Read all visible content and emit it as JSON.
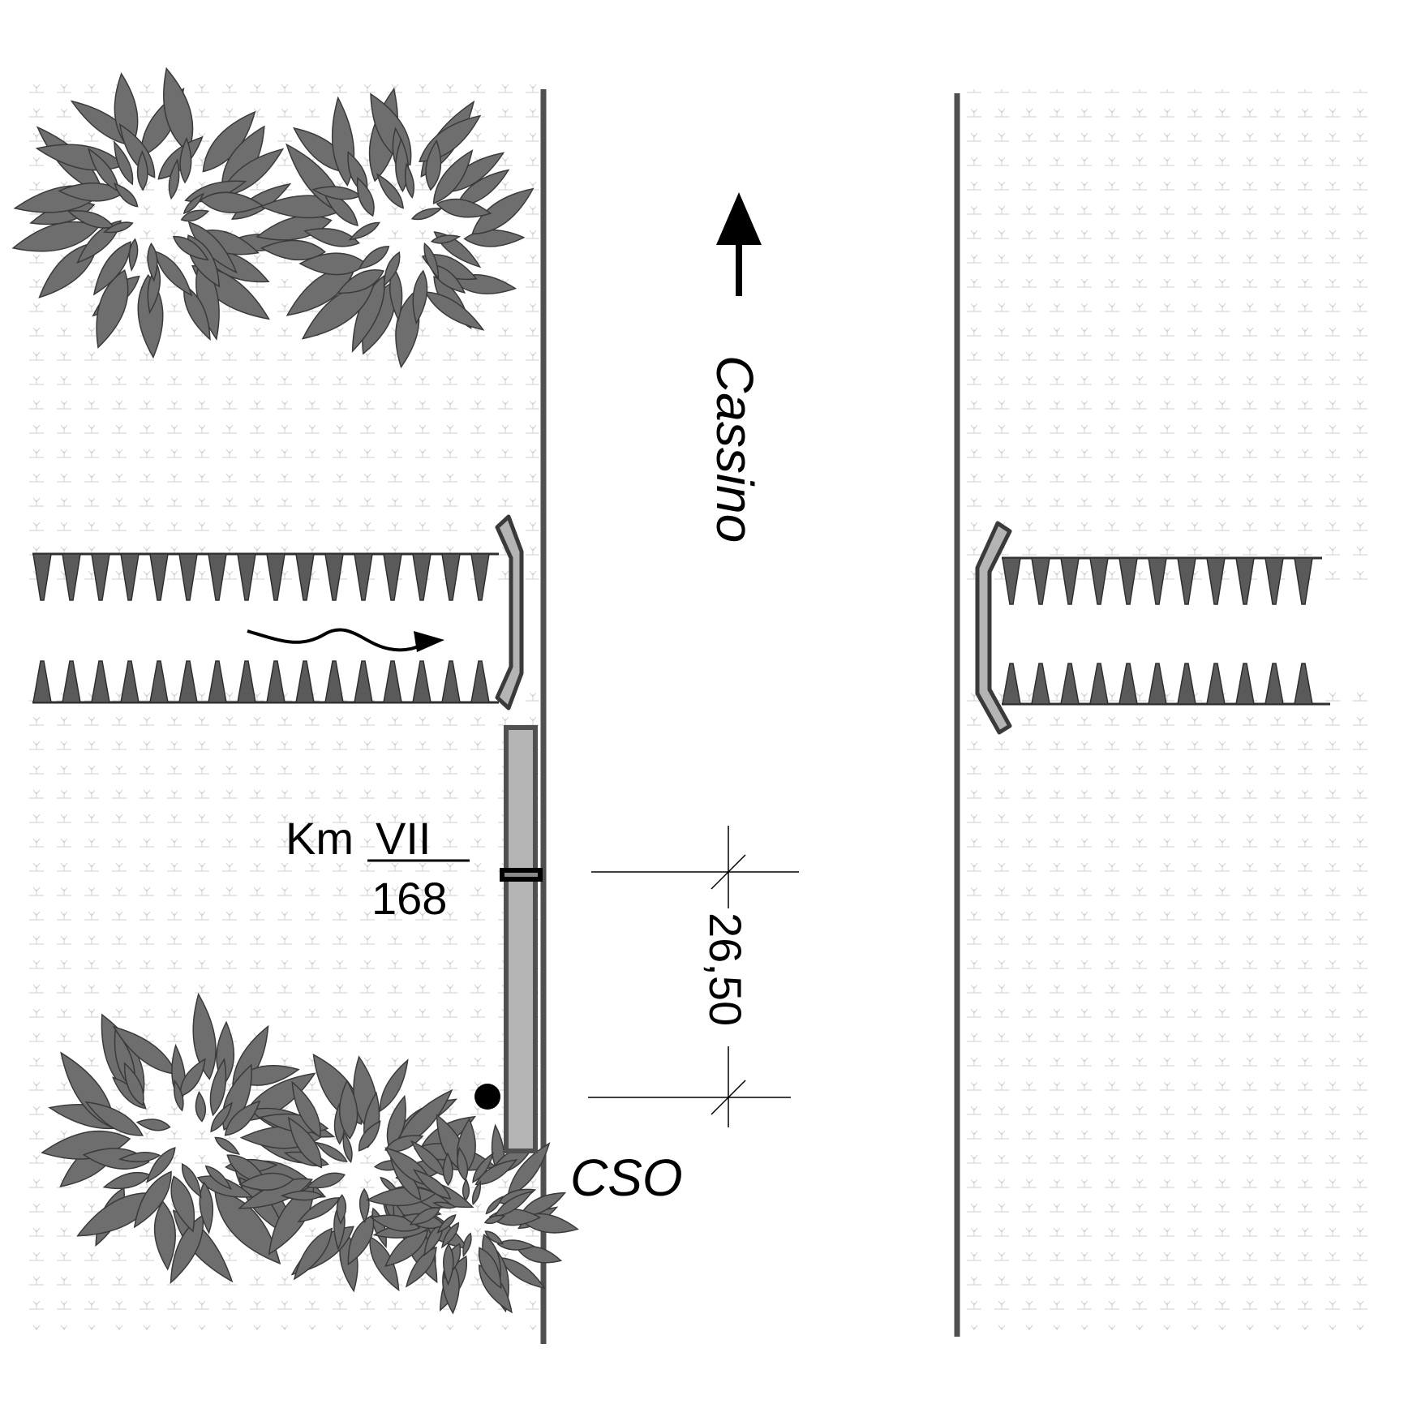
{
  "direction": {
    "destination": "Cassino",
    "arrow_icon": "arrow-up-icon"
  },
  "milestone": {
    "prefix": "Km",
    "numerator": "VII",
    "denominator": "168"
  },
  "dimension": {
    "value": "26,50"
  },
  "marker": {
    "code": "CSO"
  },
  "colors": {
    "foliage": "#6e6e6e",
    "foliage_stroke": "#3a3a3a",
    "guardrail": "#b4b4b4",
    "edge_line": "#505050",
    "grass_texture": "#cfcfcf"
  },
  "legend_icons": [
    "tree-icon",
    "hedge-icon",
    "guardrail-icon",
    "culvert-flow-icon",
    "milestone-icon",
    "point-marker-icon"
  ]
}
